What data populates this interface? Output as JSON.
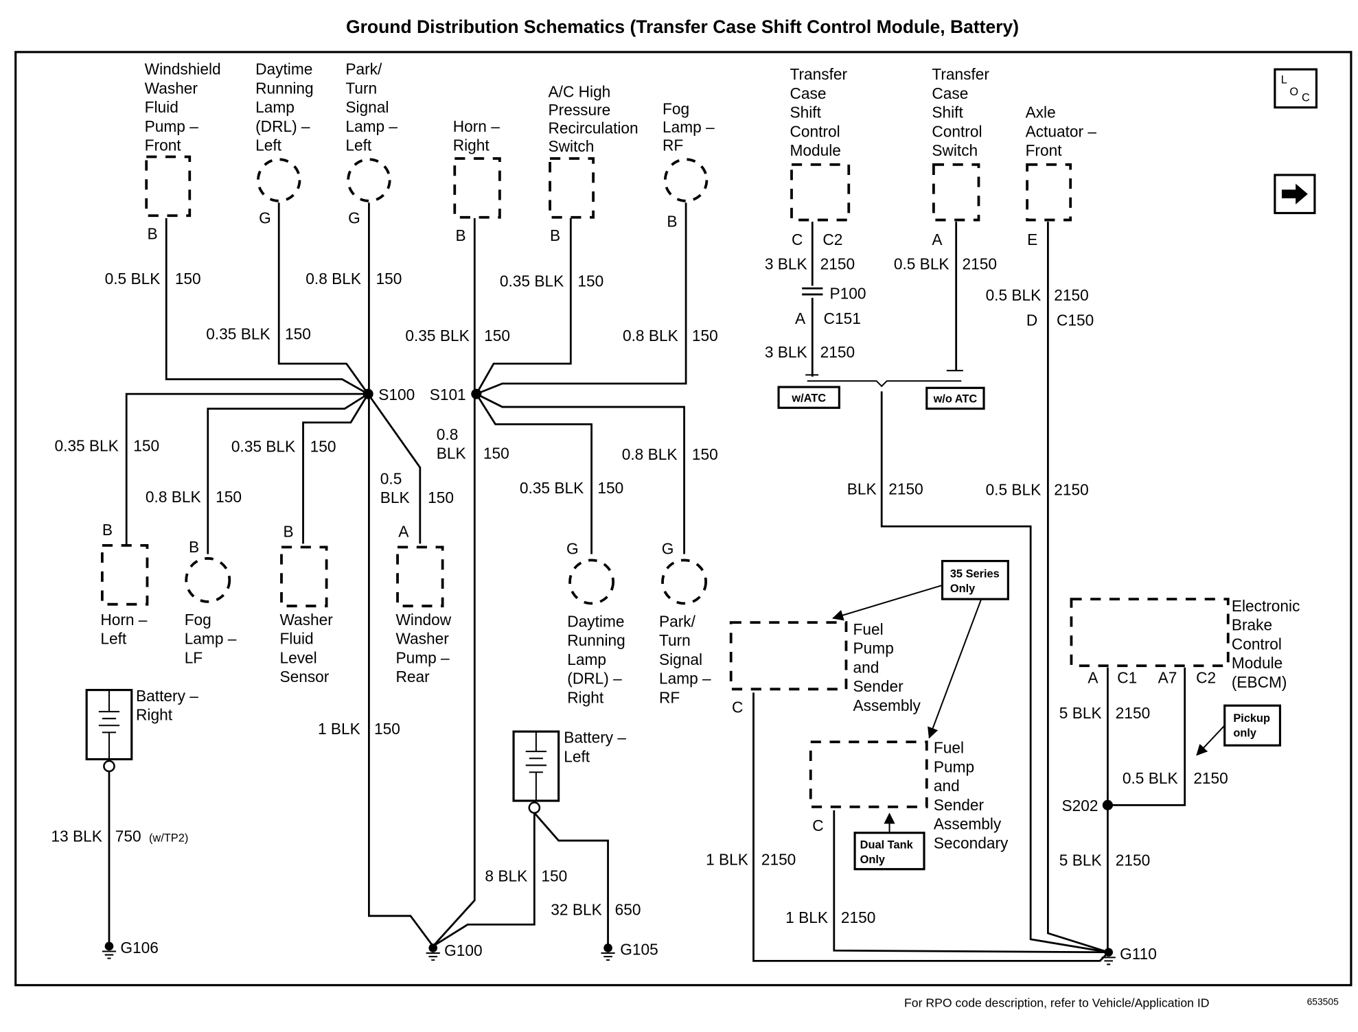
{
  "title": "Ground Distribution Schematics (Transfer Case Shift Control Module, Battery)",
  "footer": {
    "note": "For RPO code description, refer to Vehicle/Application ID",
    "figure_id": "653505"
  },
  "nav_icons": {
    "loc": {
      "icon": "location-icon",
      "glyph_l": "L",
      "glyph_o": "O",
      "glyph_c": "C"
    },
    "next": {
      "icon": "arrow-right-icon",
      "glyph": "➡"
    }
  },
  "components": {
    "ws_washer_front": {
      "lines": [
        "Windshield",
        "Washer",
        "Fluid",
        "Pump –",
        "Front"
      ],
      "pin": "B",
      "wire": "0.5 BLK",
      "circuit": "150"
    },
    "drl_left": {
      "lines": [
        "Daytime",
        "Running",
        "Lamp",
        "(DRL) –",
        "Left"
      ],
      "pin": "G",
      "wire": "0.35 BLK",
      "circuit": "150"
    },
    "park_left": {
      "lines": [
        "Park/",
        "Turn",
        "Signal",
        "Lamp –",
        "Left"
      ],
      "pin": "G",
      "wire": "0.8 BLK",
      "circuit": "150"
    },
    "horn_right": {
      "lines": [
        "Horn –",
        "Right"
      ],
      "pin": "B",
      "wire": "0.35 BLK",
      "circuit": "150"
    },
    "ac_switch": {
      "lines": [
        "A/C High",
        "Pressure",
        "Recirculation",
        "Switch"
      ],
      "pin": "B",
      "wire": "0.35 BLK",
      "circuit": "150"
    },
    "fog_rf": {
      "lines": [
        "Fog",
        "Lamp –",
        "RF"
      ],
      "pin": "B",
      "wire": "0.8 BLK",
      "circuit": "150"
    },
    "horn_left": {
      "lines": [
        "Horn –",
        "Left"
      ],
      "pin": "B",
      "wire": "0.35 BLK",
      "circuit": "150"
    },
    "fog_lf": {
      "lines": [
        "Fog",
        "Lamp –",
        "LF"
      ],
      "pin": "B",
      "wire": "0.8 BLK",
      "circuit": "150"
    },
    "washer_level": {
      "lines": [
        "Washer",
        "Fluid",
        "Level",
        "Sensor"
      ],
      "pin": "B",
      "wire": "0.35 BLK",
      "circuit": "150"
    },
    "window_washer_rear": {
      "lines": [
        "Window",
        "Washer",
        "Pump –",
        "Rear"
      ],
      "pin": "A",
      "wire_a": "0.5",
      "wire_b": "BLK",
      "circuit": "150"
    },
    "drl_right": {
      "lines": [
        "Daytime",
        "Running",
        "Lamp",
        "(DRL) –",
        "Right"
      ],
      "pin": "G",
      "wire": "0.35 BLK",
      "circuit": "150"
    },
    "park_rf": {
      "lines": [
        "Park/",
        "Turn",
        "Signal",
        "Lamp –",
        "RF"
      ],
      "pin": "G",
      "wire": "0.8 BLK",
      "circuit": "150"
    },
    "tccm": {
      "lines": [
        "Transfer",
        "Case",
        "Shift",
        "Control",
        "Module"
      ],
      "pin": "C",
      "connector": "C2",
      "wire": "3 BLK",
      "circuit": "2150"
    },
    "tc_switch": {
      "lines": [
        "Transfer",
        "Case",
        "Shift",
        "Control",
        "Switch"
      ],
      "pin": "A",
      "wire": "0.5 BLK",
      "circuit": "2150"
    },
    "axle_actuator": {
      "lines": [
        "Axle",
        "Actuator –",
        "Front"
      ],
      "pin": "E",
      "wire": "0.5 BLK",
      "circuit": "2150"
    },
    "fuel_pump": {
      "lines": [
        "Fuel",
        "Pump",
        "and",
        "Sender",
        "Assembly"
      ],
      "pin": "C",
      "wire": "1 BLK",
      "circuit": "2150"
    },
    "fuel_pump_secondary": {
      "lines": [
        "Fuel",
        "Pump",
        "and",
        "Sender",
        "Assembly",
        "Secondary"
      ],
      "pin": "C",
      "wire": "1 BLK",
      "circuit": "2150"
    },
    "ebcm": {
      "lines": [
        "Electronic",
        "Brake",
        "Control",
        "Module",
        "(EBCM)"
      ],
      "pin_a": "A",
      "conn_a": "C1",
      "pin_b": "A7",
      "conn_b": "C2",
      "wire_a": "5 BLK",
      "circuit_a": "2150",
      "wire_b": "0.5 BLK",
      "circuit_b": "2150"
    },
    "battery_right": {
      "lines": [
        "Battery –",
        "Right"
      ],
      "wire": "13 BLK",
      "circuit": "750",
      "option": "(w/TP2)"
    },
    "battery_left": {
      "lines": [
        "Battery –",
        "Left"
      ],
      "wire_a": "8 BLK",
      "circuit_a": "150",
      "wire_b": "32 BLK",
      "circuit_b": "650"
    }
  },
  "wires": {
    "s100_to_g100": {
      "wire": "1 BLK",
      "circuit": "150"
    },
    "s101_down": {
      "wire_a": "0.8",
      "wire_b": "BLK",
      "circuit": "150"
    },
    "tccm_after_c151": {
      "wire": "3 BLK",
      "circuit": "2150"
    },
    "atc_to_g110": {
      "wire": "BLK",
      "circuit": "2150"
    },
    "axle_after_c150": {
      "wire": "0.5 BLK",
      "circuit": "2150"
    },
    "s202_to_g110": {
      "wire": "5 BLK",
      "circuit": "2150"
    }
  },
  "splices": {
    "s100": "S100",
    "s101": "S101",
    "s202": "S202"
  },
  "connectors": {
    "p100": "P100",
    "c151": {
      "pin": "A",
      "name": "C151"
    },
    "c150": {
      "pin": "D",
      "name": "C150"
    }
  },
  "grounds": {
    "g106": "G106",
    "g100": "G100",
    "g105": "G105",
    "g110": "G110"
  },
  "options": {
    "w_atc": "w/ATC",
    "wo_atc": "w/o ATC",
    "series35_a": "35 Series",
    "series35_b": "Only",
    "dual_a": "Dual Tank",
    "dual_b": "Only",
    "pickup_a": "Pickup",
    "pickup_b": "only"
  }
}
